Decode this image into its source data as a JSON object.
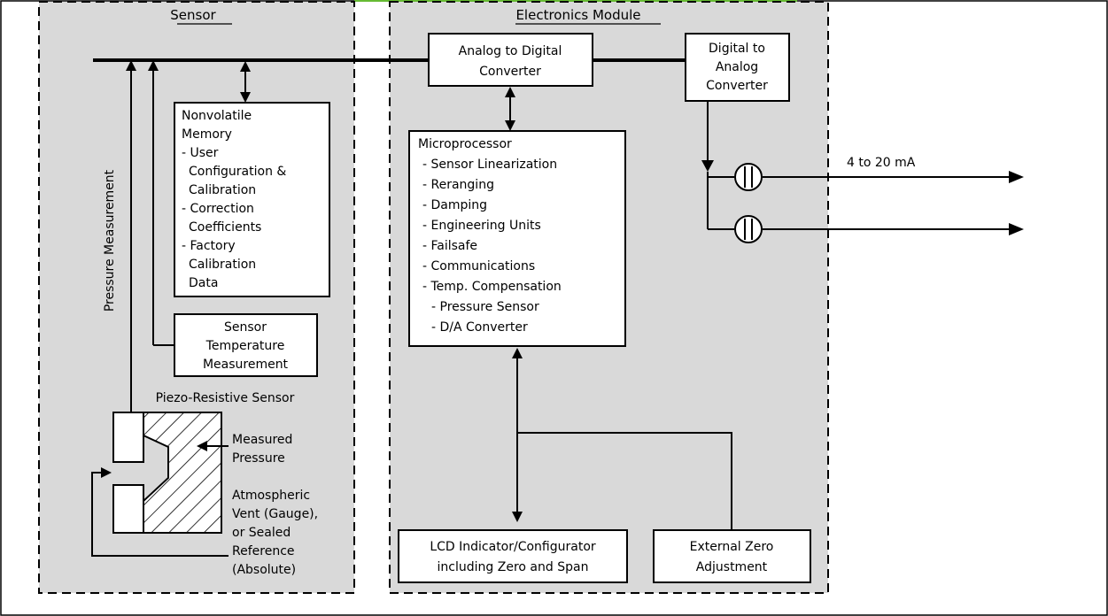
{
  "colors": {
    "panel_fill": "#d9d9d9",
    "box_fill": "#ffffff",
    "stroke": "#000000",
    "accent_green": "#66bb33"
  },
  "sections": {
    "sensor_title": "Sensor",
    "electronics_title": "Electronics Module"
  },
  "sensor": {
    "nvm_lines": [
      "Nonvolatile",
      "Memory",
      "- User",
      "Configuration &",
      "Calibration",
      "- Correction",
      "Coefficients",
      "- Factory",
      "Calibration",
      "Data"
    ],
    "temp_lines": [
      "Sensor",
      "Temperature",
      "Measurement"
    ],
    "pressure_measurement": "Pressure Measurement",
    "piezo_label": "Piezo-Resistive Sensor",
    "measured_pressure_lines": [
      "Measured",
      "Pressure"
    ],
    "vent_lines": [
      "Atmospheric",
      "Vent (Gauge),",
      "or Sealed",
      "Reference",
      "(Absolute)"
    ]
  },
  "electronics": {
    "adc_lines": [
      "Analog to Digital",
      "Converter"
    ],
    "dac_lines": [
      "Digital to",
      "Analog",
      "Converter"
    ],
    "micro_lines": [
      "Microprocessor",
      "- Sensor Linearization",
      "- Reranging",
      "- Damping",
      "- Engineering Units",
      "- Failsafe",
      "- Communications",
      "- Temp. Compensation",
      "- Pressure Sensor",
      "- D/A Converter"
    ],
    "lcd_lines": [
      "LCD Indicator/Configurator",
      "including Zero and Span"
    ],
    "ext_zero_lines": [
      "External Zero",
      "Adjustment"
    ]
  },
  "output": {
    "current_label": "4 to 20 mA"
  }
}
